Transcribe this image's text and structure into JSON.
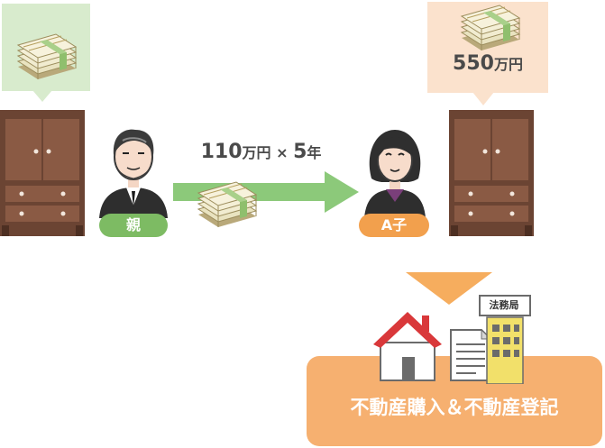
{
  "bubbles": {
    "right_amount_number": "550",
    "right_amount_unit": "万円"
  },
  "transfer": {
    "amount_number": "110",
    "amount_unit": "万円",
    "times_sign": " × ",
    "years_number": "5",
    "years_unit": "年"
  },
  "people": {
    "parent_label": "親",
    "child_label": "A子"
  },
  "office": {
    "label": "法務局"
  },
  "result": {
    "label": "不動産購入＆不動産登記"
  },
  "colors": {
    "green_pill": "#7dbb63",
    "orange_pill": "#f2a04d",
    "arrow_green": "#8cc97a",
    "result_box": "#f6b070",
    "roof_red": "#d9383a",
    "cabinet_brown": "#6b4433"
  }
}
